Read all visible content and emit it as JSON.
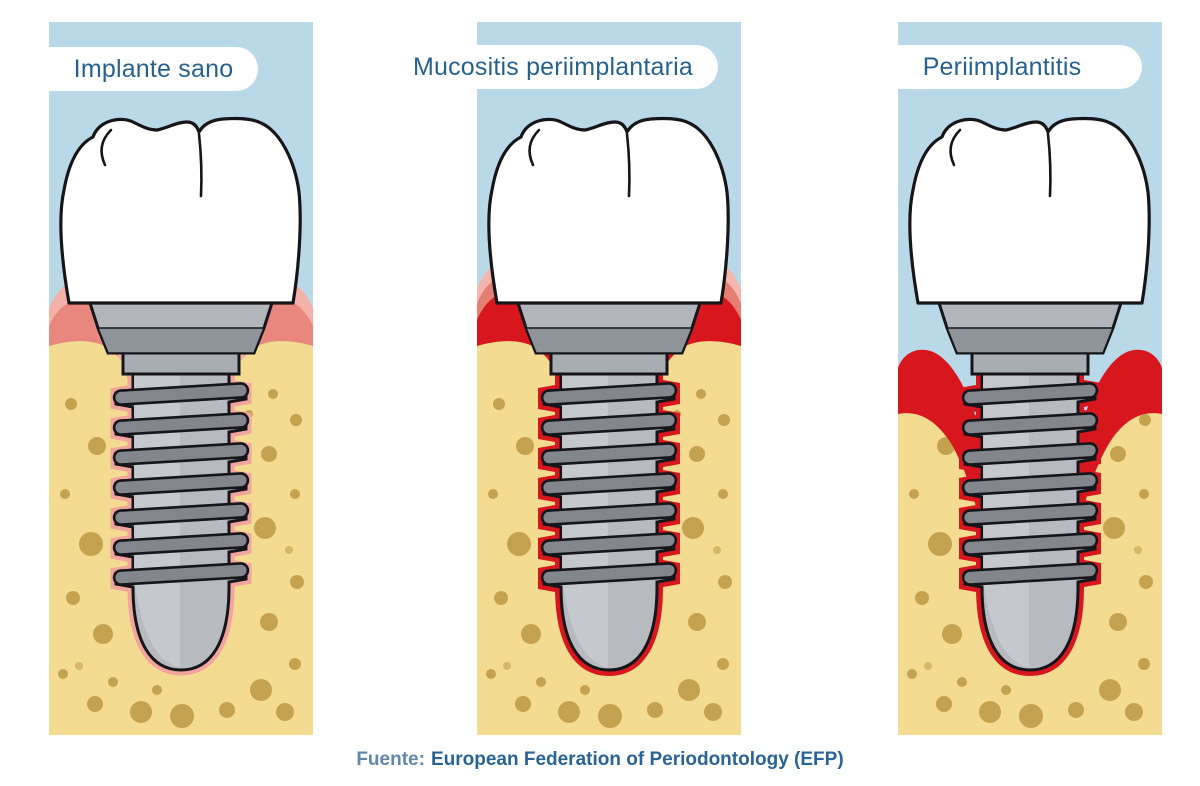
{
  "panels": [
    {
      "id": "implante-sano",
      "label": "Implante sano"
    },
    {
      "id": "mucositis-periimplantaria",
      "label": "Mucositis periimplantaria"
    },
    {
      "id": "periimplantitis",
      "label": "Periimplantitis"
    }
  ],
  "footer": {
    "source_label": "Fuente:",
    "source_text": "European Federation of Periodontology (EFP)"
  },
  "colors": {
    "page_background": "#ffffff",
    "sky_blue": "#b9d9e9",
    "pill_background": "#ffffff",
    "label_text": "#27628f",
    "bone_yellow": "#f3dc92",
    "bone_speckle": "#c5a24f",
    "healthy_gum_pink": "#e9867d",
    "healthy_gum_light_pink": "#f3b1a7",
    "inflamed_red": "#d8161d",
    "inflamed_light_pink": "#f4b6ac",
    "tooth_white": "#ffffff",
    "implant_gray": "#b7bbc0",
    "implant_dark_gray": "#83878d",
    "outline_black": "#16161a"
  }
}
